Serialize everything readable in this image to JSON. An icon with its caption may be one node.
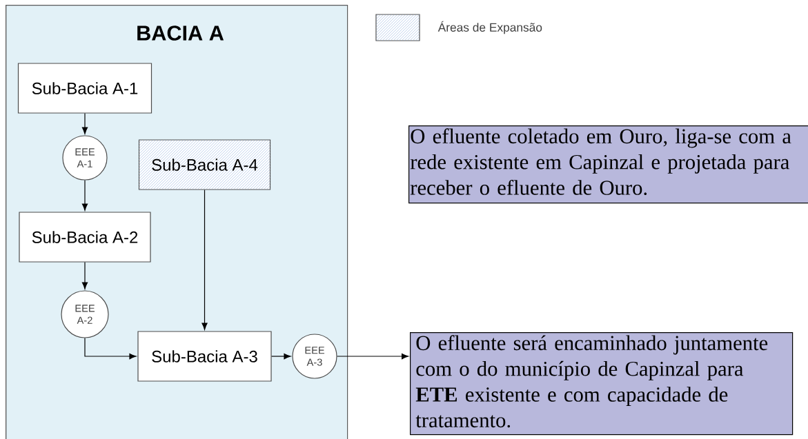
{
  "diagram": {
    "nodes": [
      {
        "text": [
          "BACIA A"
        ]
      },
      {
        "text": [
          "Sub-Bacia A-1"
        ],
        "in": 0
      },
      {
        "text": [
          "EEE A-1"
        ],
        "in": 0
      },
      {
        "text": [
          "Sub-Bacia A-4"
        ],
        "in": 0
      },
      {
        "text": [
          "Sub-Bacia A-2"
        ],
        "in": 0
      },
      {
        "text": [
          "EEE A-2"
        ],
        "in": 0
      },
      {
        "text": [
          "Sub-Bacia A-3"
        ],
        "in": 0
      },
      {
        "text": [
          "EEE A-3"
        ],
        "in": 0
      },
      {
        "text": [
          "O efluente coletado em Ouro, liga-se com a rede existente em Capinzal e projetada para receber o efluente de Ouro."
        ]
      },
      {
        "text": [
          "O efluente será encaminhado juntamente com o do município de Capinzal para **ETE** existente e com capacidade de tratamento."
        ]
      }
    ],
    "edges": [
      {
        "from": 1,
        "to": 2,
        "arrow": "to"
      },
      {
        "from": 2,
        "to": 4,
        "arrow": "to"
      },
      {
        "from": 4,
        "to": 5,
        "arrow": "to"
      },
      {
        "from": 5,
        "to": 6,
        "arrow": "to"
      },
      {
        "from": 3,
        "to": 6,
        "arrow": "to"
      },
      {
        "from": 6,
        "to": 7,
        "arrow": "to"
      },
      {
        "from": 7,
        "to": 9,
        "arrow": "to"
      }
    ],
    "legend": [
      {
        "text": "Áreas de Expansão"
      }
    ]
  }
}
